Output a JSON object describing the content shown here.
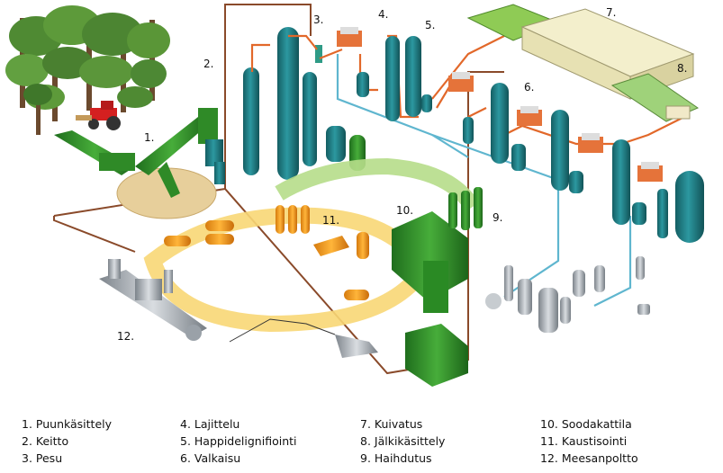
{
  "diagram": {
    "labels": [
      "1.",
      "2.",
      "3.",
      "4.",
      "5.",
      "6.",
      "7.",
      "8.",
      "9.",
      "10.",
      "11.",
      "12."
    ]
  },
  "legend": {
    "columns": [
      [
        "1. Puunkäsittely",
        "2. Keitto",
        "3. Pesu"
      ],
      [
        "4. Lajittelu",
        "5. Happidelignifiointi",
        "6. Valkaisu"
      ],
      [
        "7. Kuivatus",
        "8. Jälkikäsittely",
        "9. Haihdutus"
      ],
      [
        "10. Soodakattila",
        "11. Kaustisointi",
        "12. Meesanpoltto"
      ]
    ]
  },
  "colors": {
    "teal": "#1e7f86",
    "green": "#3a9b2f",
    "orange": "#f29a1c",
    "pipe_orange": "#e2682a",
    "pipe_blue": "#5fb6cf",
    "pipe_brown": "#8a4a2a",
    "ring_yellow": "#f8d776",
    "ring_green": "#b6dd8a",
    "grey": "#a3a9b0"
  }
}
